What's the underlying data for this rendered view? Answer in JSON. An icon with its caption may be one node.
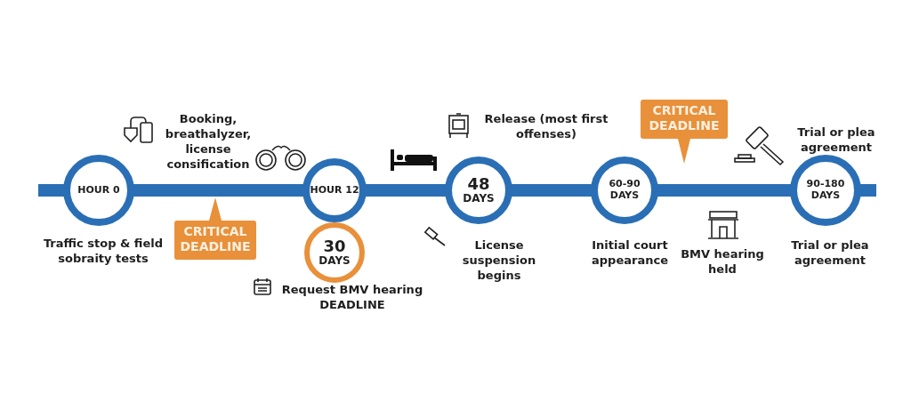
{
  "diagram": {
    "nodes": [
      {
        "text": [
          "HOUR 0"
        ],
        "beside": [
          "Traffic stop & field sobraity tests"
        ]
      },
      {
        "text": [
          "CRITICAL DEADLINE"
        ]
      },
      {
        "text": [
          "HOUR 12"
        ]
      },
      {
        "text": [
          "30 DAYS"
        ],
        "beside": [
          "Request BMV hearing DEADLINE"
        ]
      },
      {
        "text": [
          "48 DAYS"
        ],
        "beside": [
          "License suspension begins"
        ]
      },
      {
        "text": [
          "CRITICAL DEADLINE"
        ]
      },
      {
        "text": [
          "60-90 DAYS"
        ],
        "beside": [
          "Initial court appearance"
        ]
      },
      {
        "text": [
          "90-180 DAYS"
        ],
        "beside": [
          "Trial or plea agreement",
          "Trial or plea agreement"
        ]
      }
    ],
    "edges": [
      {
        "from": 0,
        "to": 2,
        "arrow": "none"
      },
      {
        "from": 2,
        "to": 4,
        "arrow": "none"
      },
      {
        "from": 4,
        "to": 6,
        "arrow": "none"
      },
      {
        "from": 6,
        "to": 7,
        "arrow": "none"
      }
    ],
    "labels": [
      "Booking, breathalyzer, license consification",
      "Release (most first offenses)",
      "BMV hearing held"
    ]
  }
}
